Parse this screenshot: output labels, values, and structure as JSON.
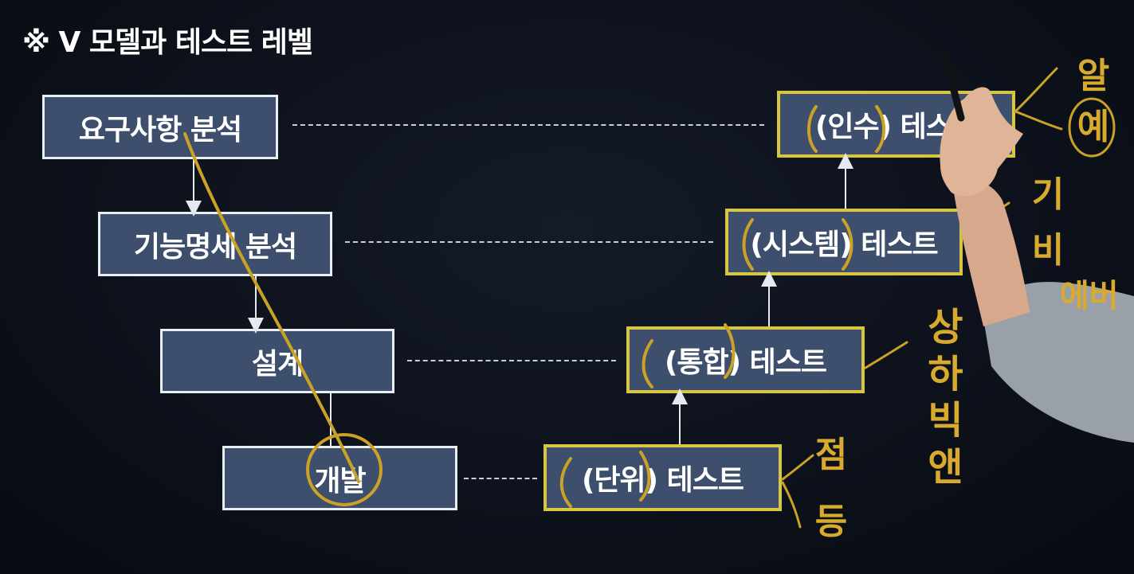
{
  "title": "※ V 모델과 테스트 레벨",
  "development": [
    {
      "label": "요구사항 분석"
    },
    {
      "label": "기능명세 분석"
    },
    {
      "label": "설계"
    },
    {
      "label": "개발"
    }
  ],
  "testing": [
    {
      "label": "(인수) 테스트"
    },
    {
      "label": "(시스템) 테스트"
    },
    {
      "label": "(통합) 테스트"
    },
    {
      "label": "(단위) 테스트"
    }
  ],
  "annotations": {
    "acceptance_side": "알 예",
    "system_side": "기 비",
    "system_partial": "에버",
    "integration_side": "상하빅앤",
    "unit_side": "점 등"
  },
  "colors": {
    "background": "#0b0f18",
    "box_fill": "#3d4f6c",
    "box_border_white": "#e9edf4",
    "box_border_yellow": "#d6c641",
    "handwriting": "#d8ab2e"
  }
}
